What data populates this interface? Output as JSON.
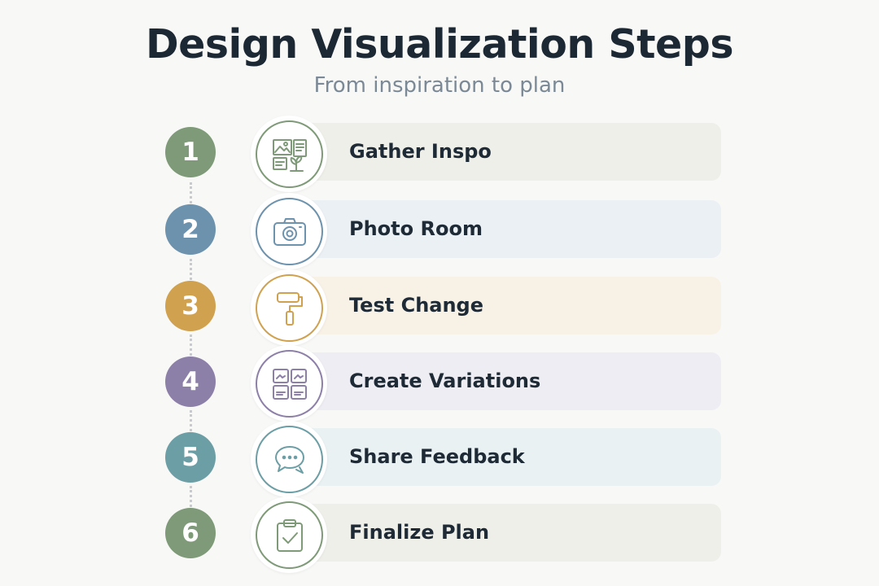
{
  "title": "Design Visualization Steps",
  "subtitle": "From inspiration to plan",
  "steps": [
    {
      "number": "1",
      "label": "Gather Inspo",
      "icon": "mood-board-icon",
      "color": "#7f9a78",
      "card_color": "#efefe9"
    },
    {
      "number": "2",
      "label": "Photo Room",
      "icon": "camera-icon",
      "color": "#6d92ad",
      "card_color": "#ebf0f4"
    },
    {
      "number": "3",
      "label": "Test Change",
      "icon": "paint-roller-icon",
      "color": "#d0a24f",
      "card_color": "#f8f1e6"
    },
    {
      "number": "4",
      "label": "Create Variations",
      "icon": "grid-variations-icon",
      "color": "#8d80a8",
      "card_color": "#eeedf3"
    },
    {
      "number": "5",
      "label": "Share Feedback",
      "icon": "chat-bubbles-icon",
      "color": "#6c9ea5",
      "card_color": "#e9f1f2"
    },
    {
      "number": "6",
      "label": "Finalize Plan",
      "icon": "clipboard-check-icon",
      "color": "#7f9a78",
      "card_color": "#efefea"
    }
  ]
}
